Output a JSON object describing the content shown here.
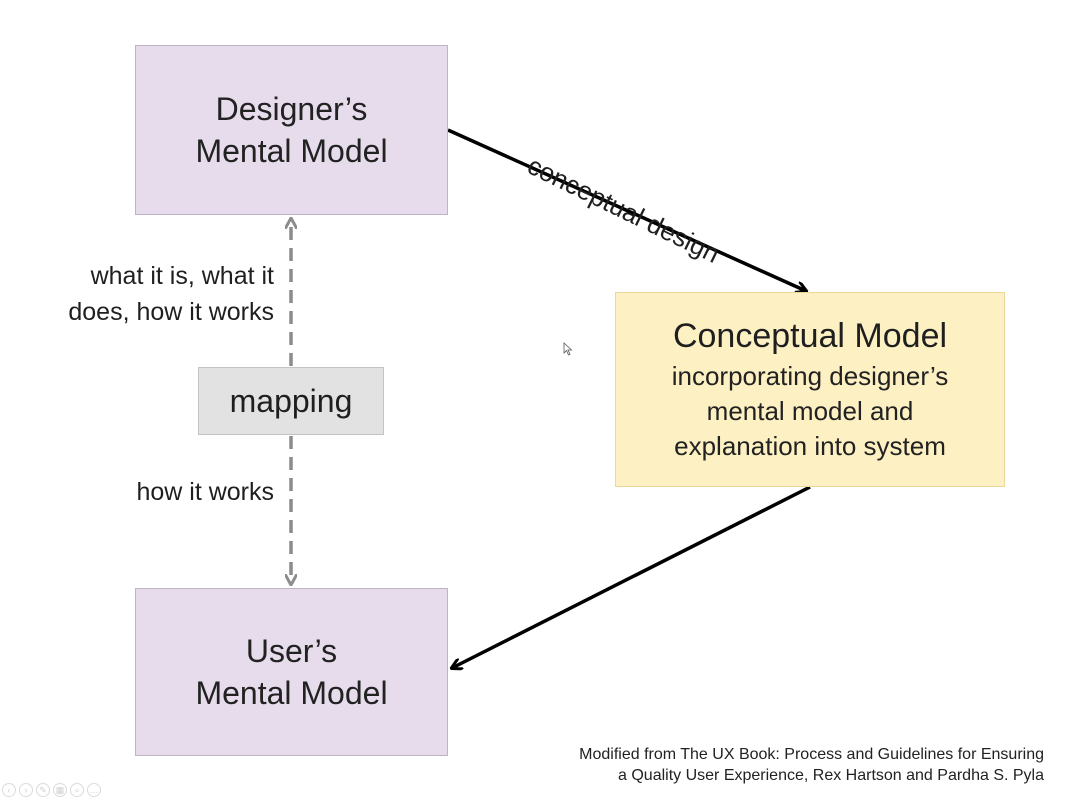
{
  "designer_box": {
    "lines": [
      "Designer’s",
      "Mental Model"
    ]
  },
  "user_box": {
    "lines": [
      "User’s",
      "Mental Model"
    ]
  },
  "conceptual_box": {
    "title": "Conceptual Model",
    "subtitle_lines": [
      "incorporating designer’s",
      "mental model and",
      "explanation into system"
    ]
  },
  "mapping_box": {
    "label": "mapping"
  },
  "arrow_labels": {
    "conceptual_design": "conceptual design",
    "upper_left": [
      "what it is, what it",
      "does, how it works"
    ],
    "lower_left": "how it works"
  },
  "credit": {
    "lines": [
      "Modified from The UX Book: Process and Guidelines for Ensuring",
      "a Quality User Experience, Rex Hartson and Pardha S. Pyla"
    ]
  },
  "colors": {
    "mental_model_fill": "#e6dcec",
    "conceptual_fill": "#fdf1c4",
    "mapping_fill": "#e2e2e2",
    "dashed_arrow": "#8c8c8c",
    "solid_arrow": "#000000"
  },
  "icons": {
    "toolbar": [
      "previous-icon",
      "play-icon",
      "pen-icon",
      "slides-icon",
      "zoom-icon",
      "menu-icon"
    ],
    "cursor": "mouse-pointer-icon"
  }
}
